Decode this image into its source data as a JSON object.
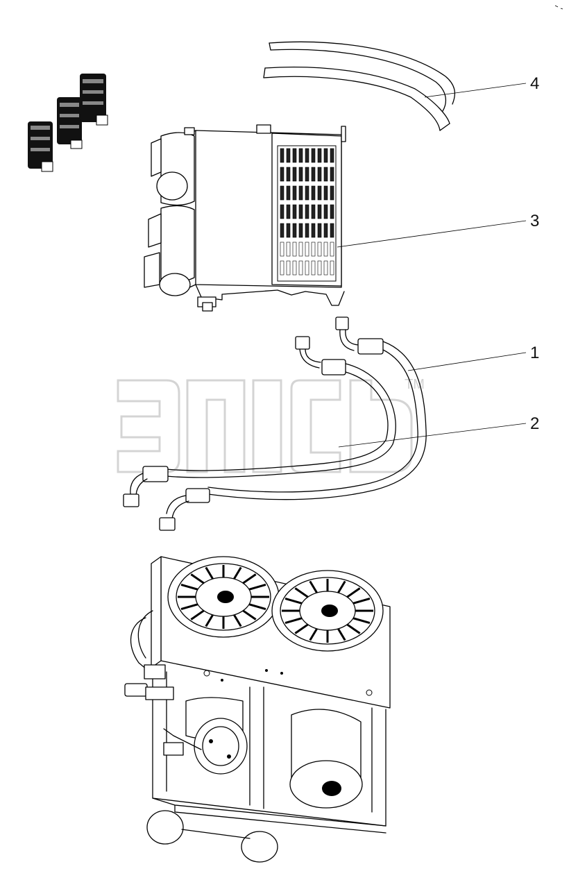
{
  "callouts": [
    {
      "id": "4",
      "text": "4"
    },
    {
      "id": "3",
      "text": "3"
    },
    {
      "id": "1",
      "text": "1"
    },
    {
      "id": "2",
      "text": "2"
    }
  ],
  "watermark": {
    "mark": "TM"
  },
  "parts": {
    "hose_strip": "hose-strip-icon",
    "evaporator_unit": "evaporator-unit-icon",
    "refrigerant_lines": "refrigerant-lines-icon",
    "condenser_unit": "condenser-unit-icon",
    "clamps": "hose-clamp-icon"
  },
  "colors": {
    "line": "#000000",
    "watermark": "#d4d4d4",
    "background": "#ffffff"
  }
}
